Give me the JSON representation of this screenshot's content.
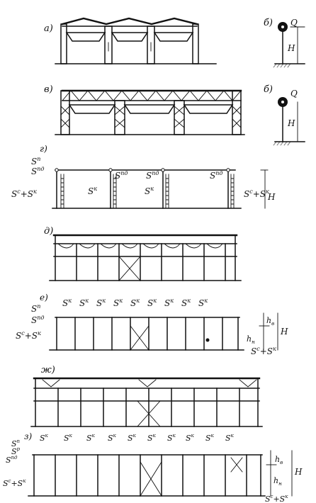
{
  "panels": {
    "a": {
      "label": "а)"
    },
    "b1": {
      "label": "б)",
      "load": "Q",
      "height": "H"
    },
    "v": {
      "label": "в)"
    },
    "b2": {
      "label": "б)",
      "load": "Q",
      "height": "H"
    },
    "g": {
      "label": "г)",
      "sn": "S",
      "sn_sup": "п",
      "spd": "S",
      "spd_sup": "пд",
      "sk": "S",
      "sk_sup": "к",
      "combo_left": "S",
      "combo_left_sup": "с",
      "combo_plus": "+S",
      "combo_plus_sup": "к",
      "height": "H"
    },
    "d": {
      "label": "д)"
    },
    "e": {
      "label": "е)",
      "sk": "S",
      "sk_sup": "к",
      "sn": "S",
      "sn_sup": "п",
      "spd": "S",
      "spd_sup": "пд",
      "combo_left": "S",
      "combo_left_sup": "с",
      "combo_plus": "+S",
      "combo_plus_sup": "к",
      "hv": "h",
      "hv_sub": "в",
      "hn": "h",
      "hn_sub": "н",
      "height": "H"
    },
    "zh": {
      "label": "ж)"
    },
    "z": {
      "label": "з)",
      "sk": "S",
      "sk_sup": "к",
      "sn": "S",
      "sn_sup": "п",
      "sr": "S",
      "sr_sup": "р",
      "spd": "S",
      "spd_sup": "пд",
      "combo_left": "S",
      "combo_left_sup": "с",
      "combo_plus": "+S",
      "combo_plus_sup": "к",
      "hv": "h",
      "hv_sub": "в",
      "hn": "h",
      "hn_sub": "н",
      "height": "H"
    }
  }
}
